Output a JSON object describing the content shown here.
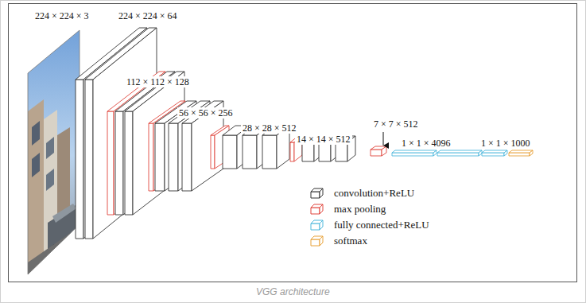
{
  "diagram": {
    "caption": "VGG architecture",
    "labels": [
      "224 × 224 × 3",
      "224 × 224 × 64",
      "112 × 112 × 128",
      "56 × 56 × 256",
      "28 × 28 × 512",
      "14 × 14 × 512",
      "7 × 7 × 512",
      "1 × 1 × 4096",
      "1 × 1 × 1000"
    ],
    "legend": [
      {
        "text": "convolution+ReLU",
        "color": "#333333"
      },
      {
        "text": "max pooling",
        "color": "#e0453c"
      },
      {
        "text": "fully connected+ReLU",
        "color": "#4fb8dc"
      },
      {
        "text": "softmax",
        "color": "#e8a23a"
      }
    ]
  }
}
